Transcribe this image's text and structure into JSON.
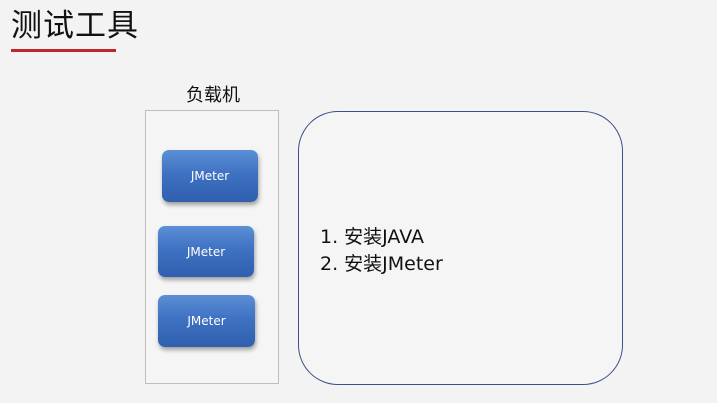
{
  "slide": {
    "title": "测试工具"
  },
  "load_machine": {
    "label": "负载机",
    "buttons": [
      "JMeter",
      "JMeter",
      "JMeter"
    ]
  },
  "steps": {
    "items": [
      "1. 安装JAVA",
      "2. 安装JMeter"
    ]
  },
  "colors": {
    "title_underline": "#c0262d",
    "button_fill": "#3f72c2",
    "panel_border": "#3e4e8a",
    "background": "#f3f3f3"
  }
}
